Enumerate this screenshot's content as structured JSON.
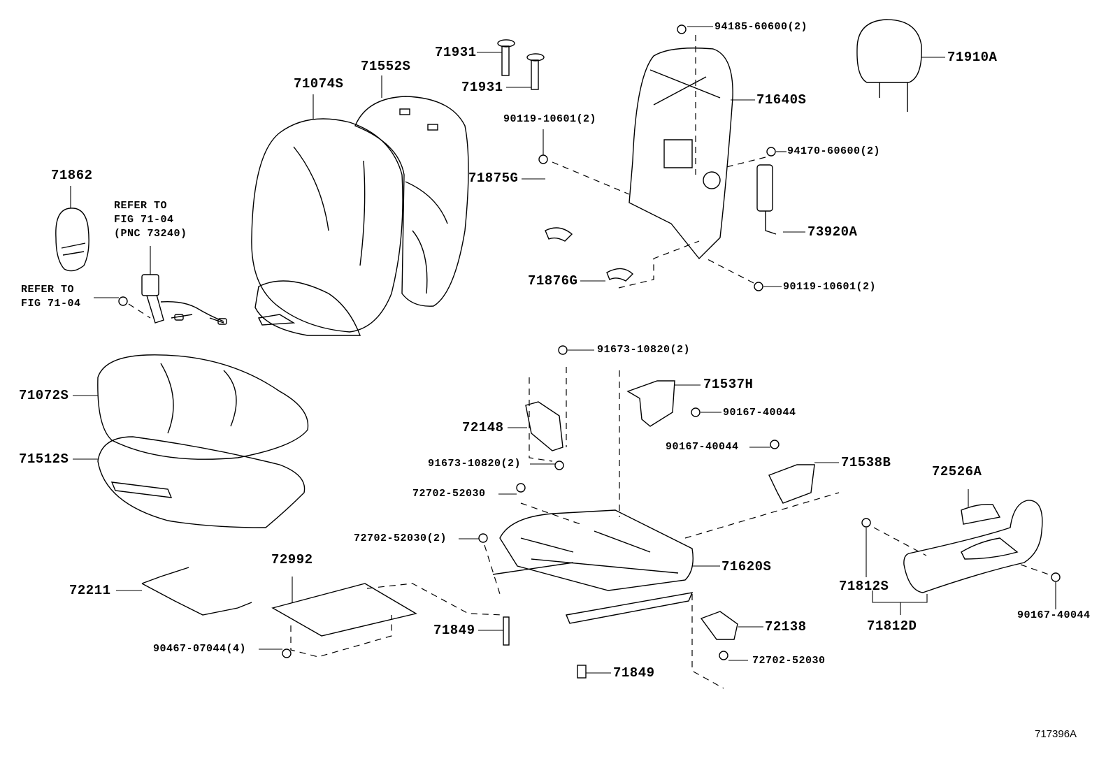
{
  "diagram": {
    "figure_id": "717396A",
    "parts": [
      {
        "id": "71862",
        "label": "71862"
      },
      {
        "id": "71074S",
        "label": "71074S"
      },
      {
        "id": "71552S",
        "label": "71552S"
      },
      {
        "id": "71931a",
        "label": "71931"
      },
      {
        "id": "71931b",
        "label": "71931"
      },
      {
        "id": "94185-60600",
        "label": "94185-60600(2)"
      },
      {
        "id": "71910A",
        "label": "71910A"
      },
      {
        "id": "71640S",
        "label": "71640S"
      },
      {
        "id": "90119-10601a",
        "label": "90119-10601(2)"
      },
      {
        "id": "94170-60600",
        "label": "94170-60600(2)"
      },
      {
        "id": "71875G",
        "label": "71875G"
      },
      {
        "id": "73920A",
        "label": "73920A"
      },
      {
        "id": "71876G",
        "label": "71876G"
      },
      {
        "id": "90119-10601b",
        "label": "90119-10601(2)"
      },
      {
        "id": "91673-10820a",
        "label": "91673-10820(2)"
      },
      {
        "id": "71072S",
        "label": "71072S"
      },
      {
        "id": "71537H",
        "label": "71537H"
      },
      {
        "id": "90167-40044a",
        "label": "90167-40044"
      },
      {
        "id": "72148",
        "label": "72148"
      },
      {
        "id": "90167-40044b",
        "label": "90167-40044"
      },
      {
        "id": "71512S",
        "label": "71512S"
      },
      {
        "id": "91673-10820b",
        "label": "91673-10820(2)"
      },
      {
        "id": "71538B",
        "label": "71538B"
      },
      {
        "id": "72526A",
        "label": "72526A"
      },
      {
        "id": "72702-52030a",
        "label": "72702-52030"
      },
      {
        "id": "72702-52030b",
        "label": "72702-52030(2)"
      },
      {
        "id": "72992",
        "label": "72992"
      },
      {
        "id": "71620S",
        "label": "71620S"
      },
      {
        "id": "71812S",
        "label": "71812S"
      },
      {
        "id": "72211",
        "label": "72211"
      },
      {
        "id": "71812D",
        "label": "71812D"
      },
      {
        "id": "90167-40044c",
        "label": "90167-40044"
      },
      {
        "id": "71849a",
        "label": "71849"
      },
      {
        "id": "72138",
        "label": "72138"
      },
      {
        "id": "90467-07044",
        "label": "90467-07044(4)"
      },
      {
        "id": "72702-52030c",
        "label": "72702-52030"
      },
      {
        "id": "71849b",
        "label": "71849"
      }
    ],
    "notes": {
      "refer_seatbelt": "REFER TO\nFIG 71-04\n(PNC 73240)",
      "refer_bolt": "REFER TO\nFIG 71-04"
    }
  }
}
